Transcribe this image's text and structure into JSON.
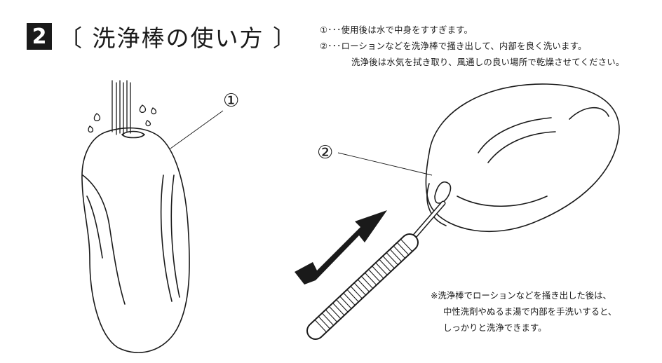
{
  "header": {
    "step_number": "2",
    "title": "〔 洗浄棒の使い方 〕"
  },
  "instructions": {
    "line1": "①･･･使用後は水で中身をすすぎます。",
    "line2": "②･･･ローションなどを洗浄棒で掻き出して、内部を良く洗います。",
    "line3": "洗浄後は水気を拭き取り、風通しの良い場所で乾燥させてください。"
  },
  "callouts": {
    "one": "①",
    "two": "②"
  },
  "note": {
    "line1": "※洗浄棒でローションなどを掻き出した後は、",
    "line2": "中性洗剤やぬるま湯で内部を手洗いすると、",
    "line3": "しっかりと洗浄できます。"
  },
  "icons": {
    "water": "water-stream-icon",
    "arrow": "double-arrow-icon"
  },
  "colors": {
    "ink": "#1a1a1a",
    "background": "#ffffff"
  }
}
